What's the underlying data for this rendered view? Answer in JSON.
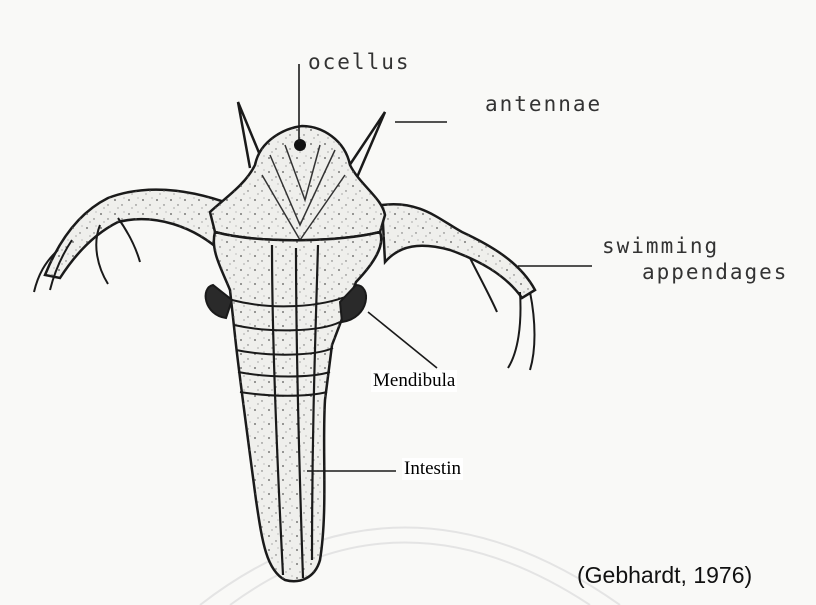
{
  "diagram": {
    "labels": {
      "ocellus": "ocellus",
      "antennae": "antennae",
      "swimming_line1": "swimming",
      "swimming_line2": "appendages",
      "mandible": "Mendibula",
      "intestine": "Intestin"
    },
    "citation": "(Gebhardt, 1976)"
  },
  "colors": {
    "ink": "#1a1a1a",
    "body_fill": "#efefec",
    "eye": "#111111"
  }
}
